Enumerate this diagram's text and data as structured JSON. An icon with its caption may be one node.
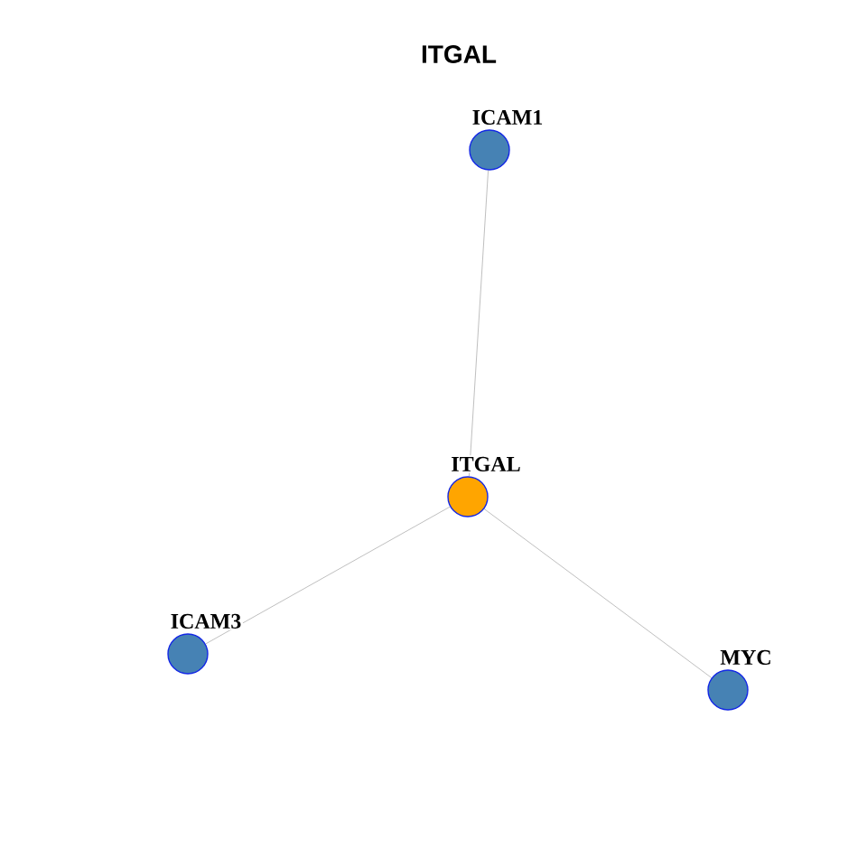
{
  "diagram": {
    "title": "ITGAL",
    "nodes": [
      {
        "text": [
          "ICAM1"
        ]
      },
      {
        "text": [
          "ITGAL"
        ]
      },
      {
        "text": [
          "ICAM3"
        ]
      },
      {
        "text": [
          "MYC"
        ]
      }
    ],
    "edges": [
      {
        "from": 1,
        "to": 0,
        "arrow": "none"
      },
      {
        "from": 1,
        "to": 2,
        "arrow": "none"
      },
      {
        "from": 1,
        "to": 3,
        "arrow": "none"
      }
    ]
  }
}
